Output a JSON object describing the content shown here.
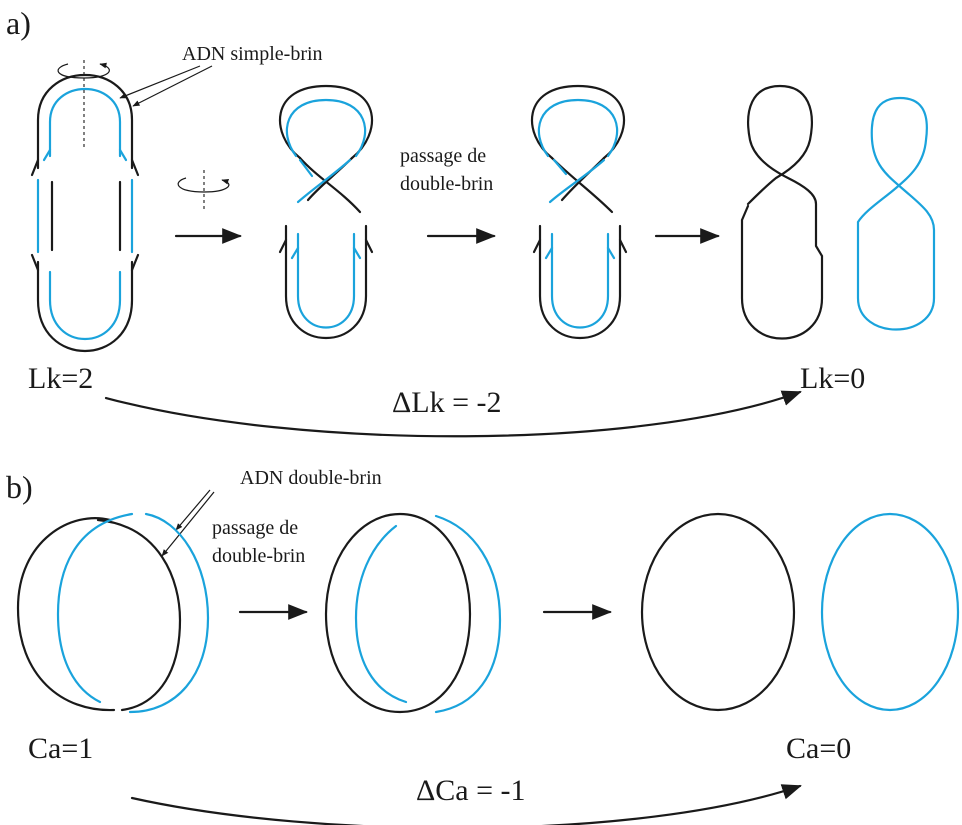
{
  "colors": {
    "strand_dark": "#1a1a1a",
    "strand_blue": "#1aa3dc",
    "background": "#ffffff"
  },
  "panel_a": {
    "label": "a)",
    "annotation_single_strand": "ADN simple-brin",
    "passage_line1": "passage de",
    "passage_line2": "double-brin",
    "lk_start": "Lk=2",
    "lk_end": "Lk=0",
    "delta_lk": "ΔLk = -2"
  },
  "panel_b": {
    "label": "b)",
    "annotation_double_strand": "ADN double-brin",
    "passage_line1": "passage de",
    "passage_line2": "double-brin",
    "ca_start": "Ca=1",
    "ca_end": "Ca=0",
    "delta_ca": "ΔCa = -1"
  }
}
